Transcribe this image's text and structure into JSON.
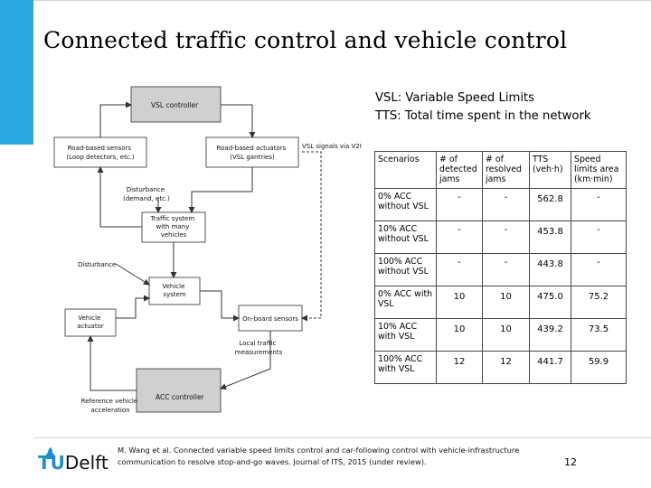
{
  "slide": {
    "title": "Connected traffic control and vehicle control",
    "definitions": [
      "VSL: Variable Speed Limits",
      "TTS: Total time spent in the network"
    ],
    "page_number": "12",
    "accent_color": "#2aa8e0"
  },
  "diagram": {
    "nodes": {
      "vsl_controller": "VSL controller",
      "road_sensors": [
        "Road-based sensors",
        "(Loop detectors, etc.)"
      ],
      "road_actuators": [
        "Road-based actuators",
        "(VSL gantries)"
      ],
      "disturbance_demand": [
        "Disturbance",
        "(demand, etc.)"
      ],
      "traffic_system": [
        "Traffic system",
        "with many",
        "vehicles"
      ],
      "disturbance": "Disturbance",
      "vehicle_system": [
        "Vehicle",
        "system"
      ],
      "vehicle_actuator": [
        "Vehicle",
        "actuator"
      ],
      "onboard_sensors": "On-board sensors",
      "local_measurements": [
        "Local traffic",
        "measurements"
      ],
      "acc_controller": "ACC controller",
      "reference_accel": [
        "Reference vehicle",
        "acceleration"
      ],
      "v2i_label": "VSL signals via V2I"
    }
  },
  "table": {
    "headers": [
      "Scenarios",
      "# of detected jams",
      "# of resolved jams",
      "TTS (veh·h)",
      "Speed limits area (km·min)"
    ],
    "rows": [
      {
        "scenario": "0% ACC without VSL",
        "detected": "-",
        "resolved": "-",
        "tts": "562.8",
        "area": "-"
      },
      {
        "scenario": "10% ACC without VSL",
        "detected": "-",
        "resolved": "-",
        "tts": "453.8",
        "area": "-"
      },
      {
        "scenario": "100% ACC without VSL",
        "detected": "-",
        "resolved": "-",
        "tts": "443.8",
        "area": "-"
      },
      {
        "scenario": "0% ACC with VSL",
        "detected": "10",
        "resolved": "10",
        "tts": "475.0",
        "area": "75.2"
      },
      {
        "scenario": "10% ACC with VSL",
        "detected": "10",
        "resolved": "10",
        "tts": "439.2",
        "area": "73.5"
      },
      {
        "scenario": "100% ACC with VSL",
        "detected": "12",
        "resolved": "12",
        "tts": "441.7",
        "area": "59.9"
      }
    ]
  },
  "footer": {
    "logo_tu": "TU",
    "logo_delft": "Delft",
    "citation_line1": "M. Wang et al. Connected variable speed limits control and car-following control with vehicle-infrastructure",
    "citation_line2": "communication to resolve stop-and-go waves. Journal of ITS, 2015 (under review)."
  }
}
